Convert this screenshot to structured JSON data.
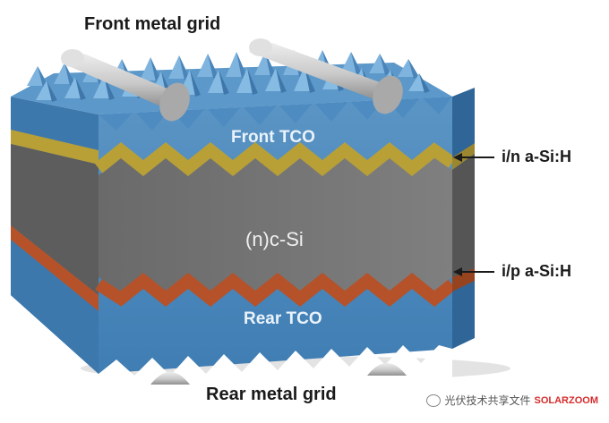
{
  "labels": {
    "front_metal_grid": "Front metal grid",
    "rear_metal_grid": "Rear metal grid",
    "front_tco": "Front TCO",
    "rear_tco": "Rear TCO",
    "c_si": "(n)c-Si",
    "in_asi": "i/n a-Si:H",
    "ip_asi": "i/p a-Si:H"
  },
  "watermark": {
    "text": "光伏技术共享文件",
    "brand": "SOLARZOOM"
  },
  "colors": {
    "tco_front": "#6aa3cf",
    "tco_side": "#3e7bb0",
    "tco_dark": "#2d5f8d",
    "silicon_front": "#7b7b7b",
    "silicon_side": "#5b5b5b",
    "n_layer": "#b8a037",
    "p_layer": "#b5522a",
    "metal": "#c9c9c9",
    "metal_dark": "#9a9a9a"
  }
}
